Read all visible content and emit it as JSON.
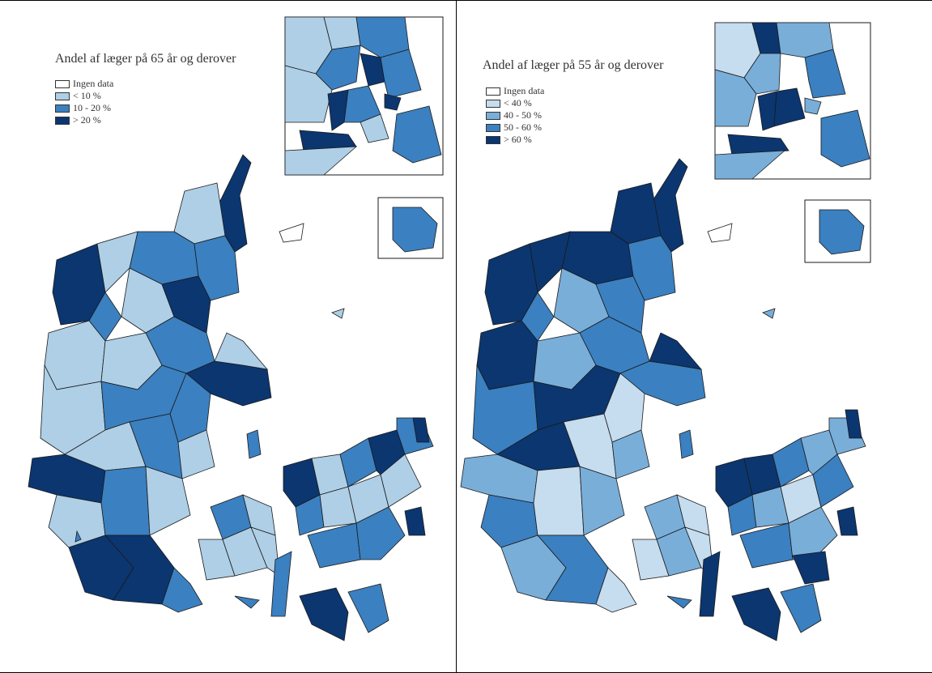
{
  "colors": {
    "no_data": "#ffffff",
    "light": "#aecfe6",
    "mid_light": "#79aed9",
    "mid": "#3b80c0",
    "dark": "#0b3670",
    "border": "#1a1a1a"
  },
  "panels": [
    {
      "title": "Andel af læger på 65 år og derover",
      "legend": [
        {
          "label": "Ingen data",
          "color": "#ffffff"
        },
        {
          "label": "< 10 %",
          "color": "#aecfe6"
        },
        {
          "label": "10 - 20 %",
          "color": "#3b80c0"
        },
        {
          "label": "> 20 %",
          "color": "#0b3670"
        }
      ]
    },
    {
      "title": "Andel af læger på 55 år og derover",
      "legend": [
        {
          "label": "Ingen data",
          "color": "#ffffff"
        },
        {
          "label": "< 40 %",
          "color": "#c6dcef"
        },
        {
          "label": "40 - 50 %",
          "color": "#79aed9"
        },
        {
          "label": "50 - 60 %",
          "color": "#3b80c0"
        },
        {
          "label": "> 60 %",
          "color": "#0b3670"
        }
      ]
    }
  ]
}
